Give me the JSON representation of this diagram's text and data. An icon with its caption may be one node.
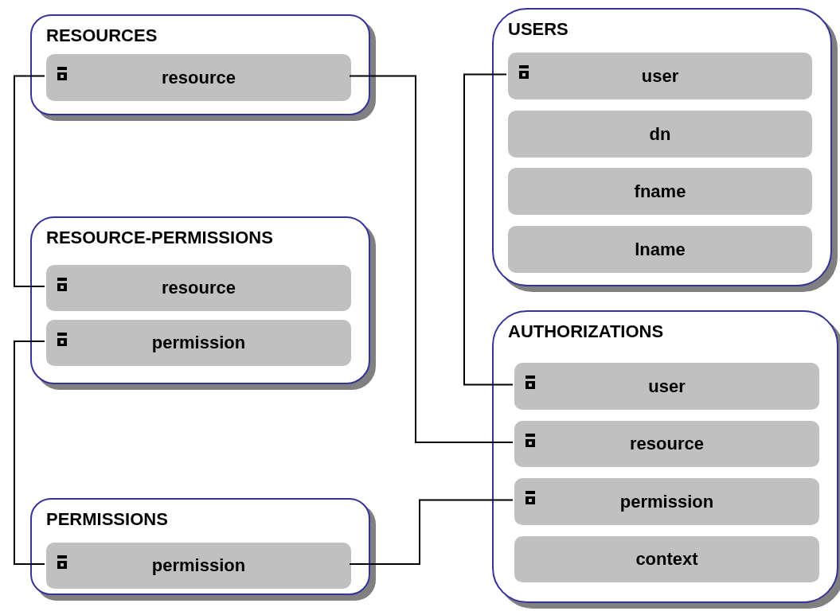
{
  "diagram": {
    "nodes": [
      {
        "text": [
          "RESOURCES"
        ]
      },
      {
        "text": [
          "resource"
        ],
        "in": 0
      },
      {
        "text": [
          "USERS"
        ]
      },
      {
        "text": [
          "user"
        ],
        "in": 2
      },
      {
        "text": [
          "dn"
        ],
        "in": 2
      },
      {
        "text": [
          "fname"
        ],
        "in": 2
      },
      {
        "text": [
          "lname"
        ],
        "in": 2
      },
      {
        "text": [
          "RESOURCE-PERMISSIONS"
        ]
      },
      {
        "text": [
          "resource"
        ],
        "in": 7
      },
      {
        "text": [
          "permission"
        ],
        "in": 7
      },
      {
        "text": [
          "AUTHORIZATIONS"
        ]
      },
      {
        "text": [
          "user"
        ],
        "in": 10
      },
      {
        "text": [
          "resource"
        ],
        "in": 10
      },
      {
        "text": [
          "permission"
        ],
        "in": 10
      },
      {
        "text": [
          "context"
        ],
        "in": 10
      },
      {
        "text": [
          "PERMISSIONS"
        ]
      },
      {
        "text": [
          "permission"
        ],
        "in": 15
      }
    ],
    "edges": [
      {
        "from": 1,
        "to": 8,
        "arrow": "none"
      },
      {
        "from": 1,
        "to": 12,
        "arrow": "none"
      },
      {
        "from": 3,
        "to": 11,
        "arrow": "none"
      },
      {
        "from": 9,
        "to": 16,
        "arrow": "none"
      },
      {
        "from": 16,
        "to": 13,
        "arrow": "none"
      }
    ]
  }
}
